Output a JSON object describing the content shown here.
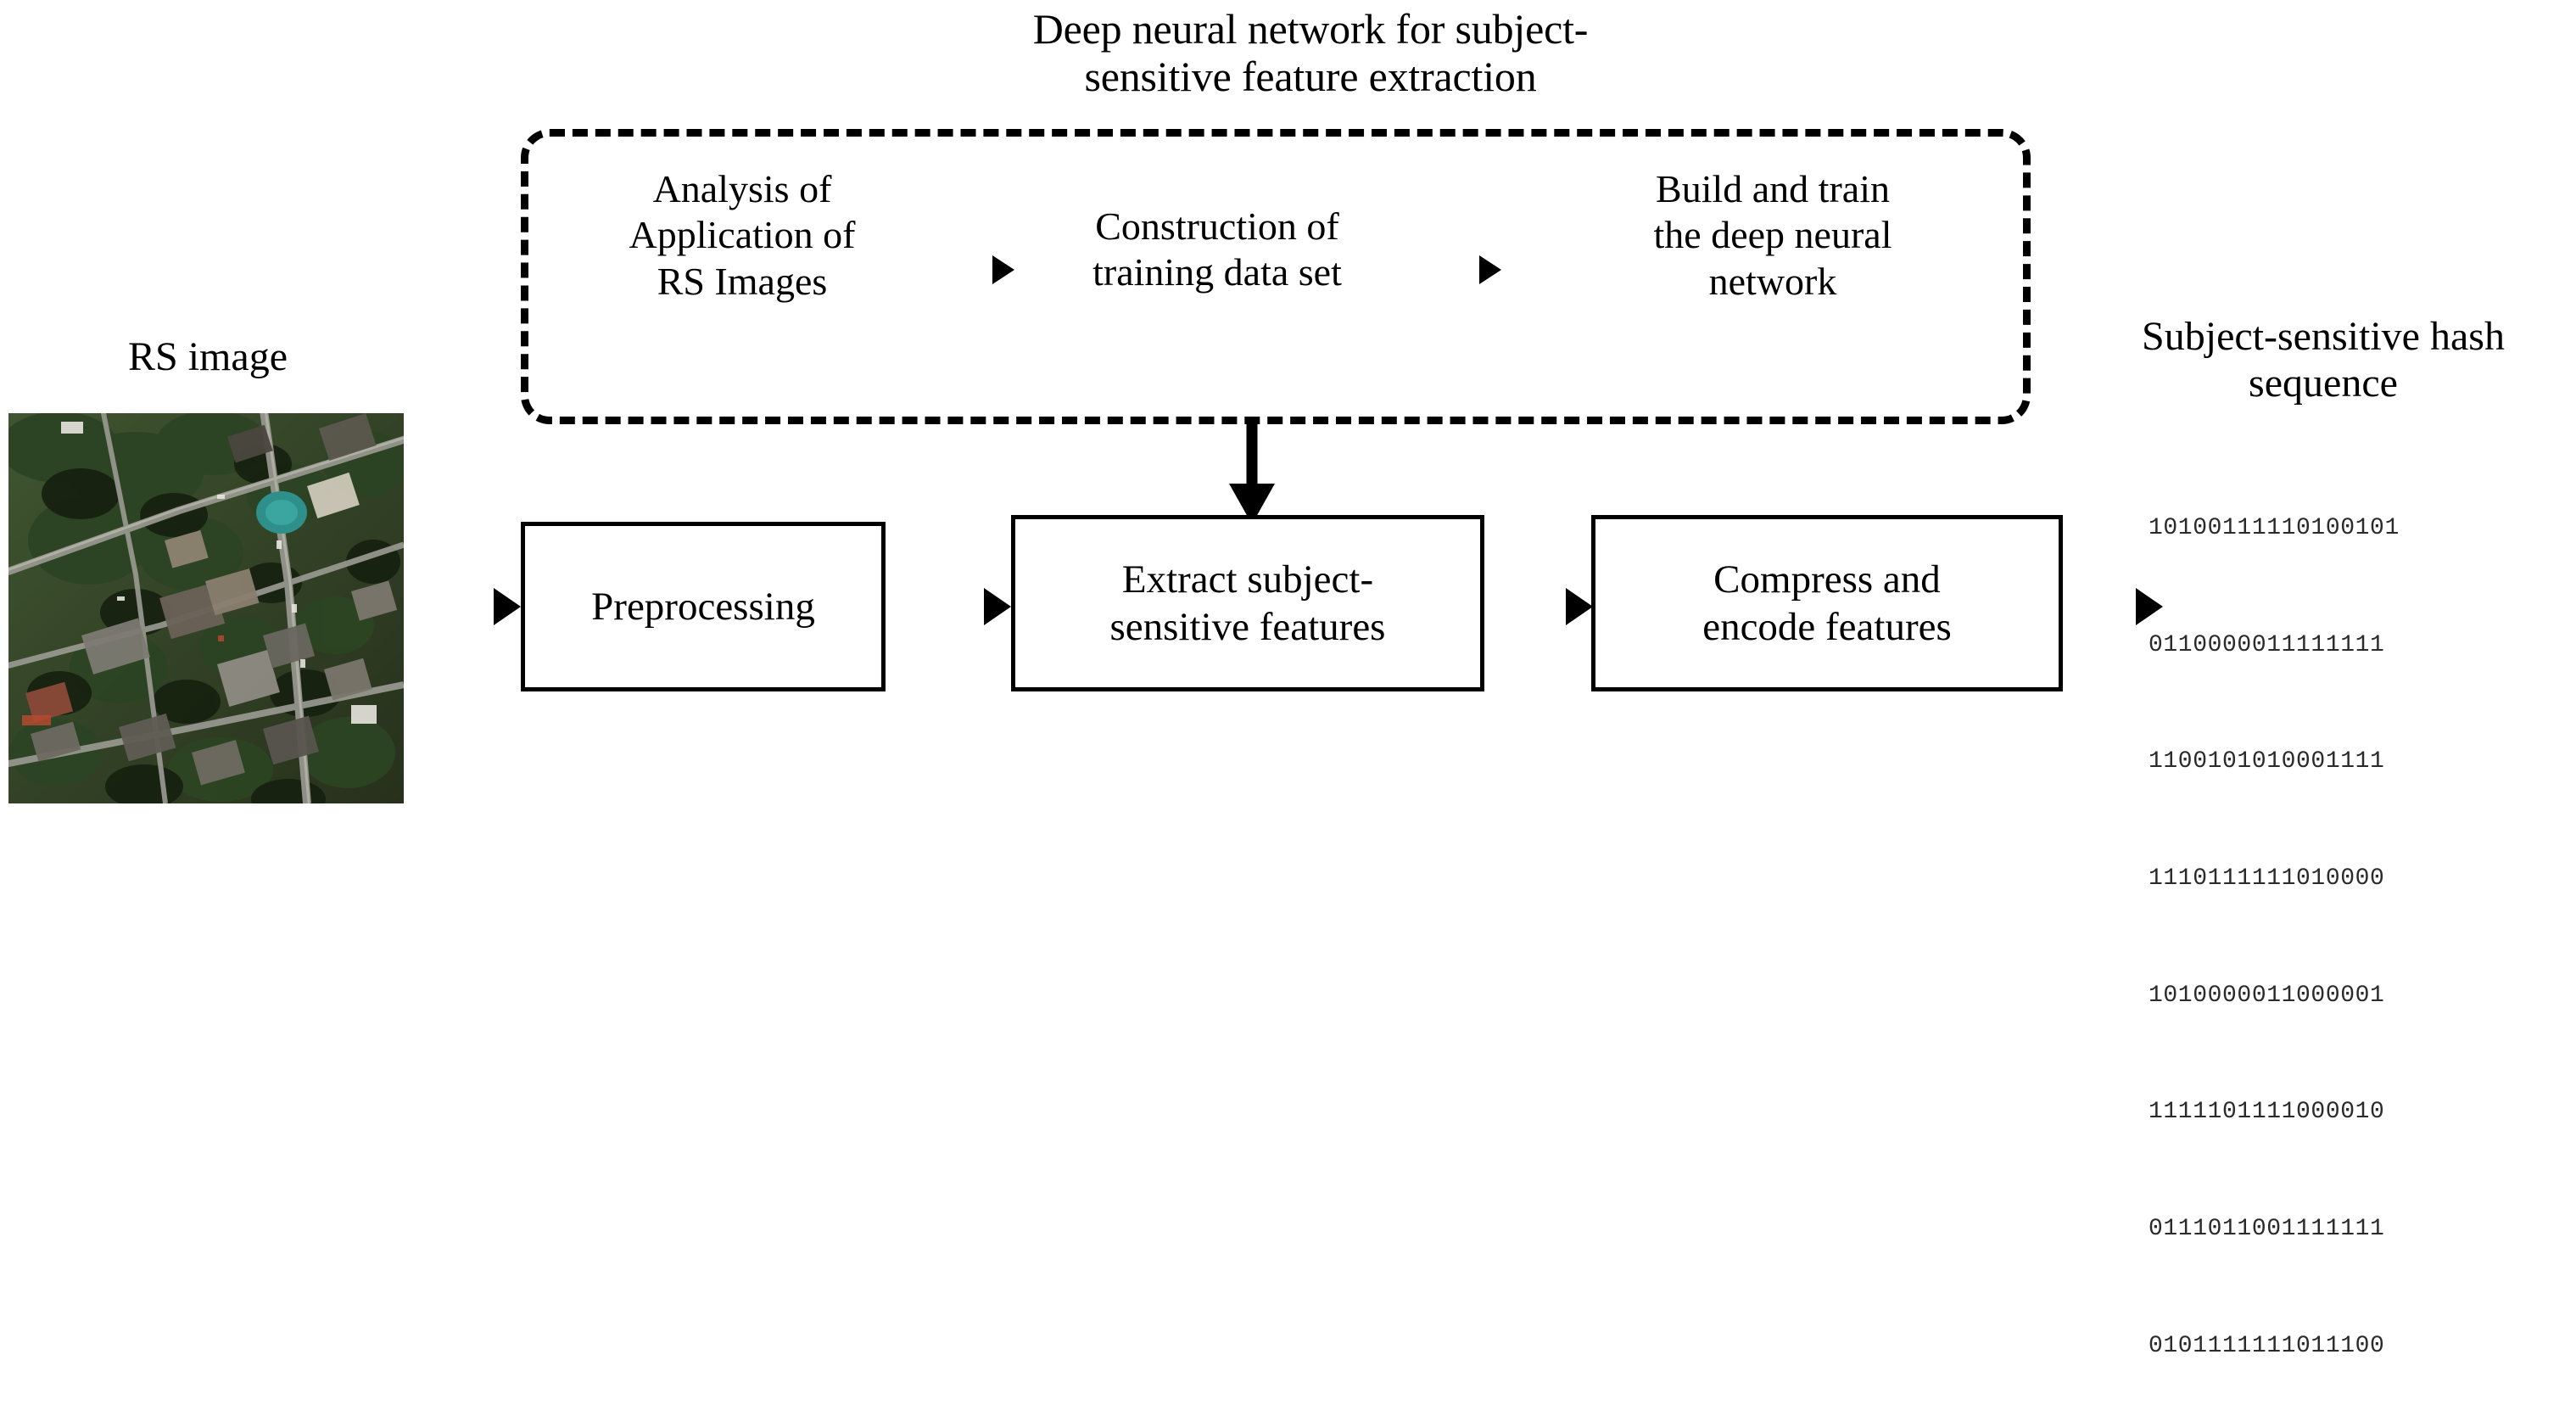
{
  "diagram": {
    "title_lines": [
      "Deep neural network for subject-",
      "sensitive feature extraction"
    ],
    "dashed_group": {
      "stages": [
        {
          "id": "analysis",
          "lines": [
            "Analysis of",
            "Application  of",
            "RS Images"
          ]
        },
        {
          "id": "construction",
          "lines": [
            "Construction of",
            "training data set"
          ]
        },
        {
          "id": "build",
          "lines": [
            "Build and train",
            "the deep neural",
            "network"
          ]
        }
      ]
    },
    "pipeline": {
      "boxes": [
        {
          "id": "preprocessing",
          "lines": [
            "Preprocessing"
          ]
        },
        {
          "id": "extract",
          "lines": [
            "Extract subject-",
            "sensitive features"
          ]
        },
        {
          "id": "compress",
          "lines": [
            "Compress and",
            "encode features"
          ]
        }
      ]
    },
    "input": {
      "label": "RS image",
      "image_alt": "remote-sensing-satellite-aerial-photo"
    },
    "output": {
      "title_lines": [
        "Subject-sensitive hash",
        "sequence"
      ],
      "hash_lines": [
        "10100111110100101",
        "0110000011111111",
        "1100101010001111",
        "1110111111010000",
        "1010000011000001",
        "1111101111000010",
        "0111011001111111",
        "0101111111011100"
      ]
    },
    "colors": {
      "stroke": "#000000",
      "background": "#ffffff",
      "hash_text": "#2b2b2b"
    }
  }
}
